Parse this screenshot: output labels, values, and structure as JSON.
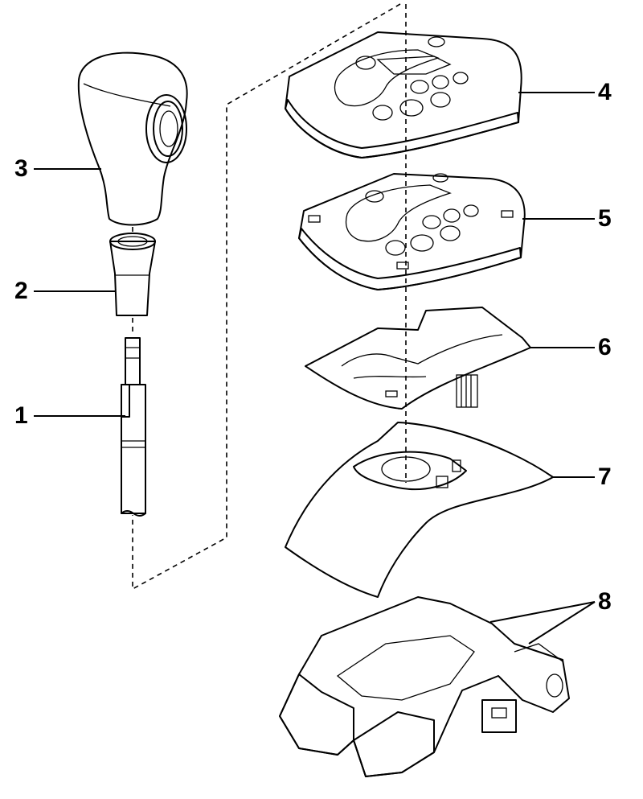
{
  "diagram": {
    "callouts": [
      {
        "id": "1",
        "label": "1"
      },
      {
        "id": "2",
        "label": "2"
      },
      {
        "id": "3",
        "label": "3"
      },
      {
        "id": "4",
        "label": "4"
      },
      {
        "id": "5",
        "label": "5"
      },
      {
        "id": "6",
        "label": "6"
      },
      {
        "id": "7",
        "label": "7"
      },
      {
        "id": "8",
        "label": "8"
      }
    ],
    "colors": {
      "line": "#000000",
      "part_fill": "#d6d6d6",
      "part_dark": "#b8b8b8",
      "background": "#ffffff"
    }
  }
}
